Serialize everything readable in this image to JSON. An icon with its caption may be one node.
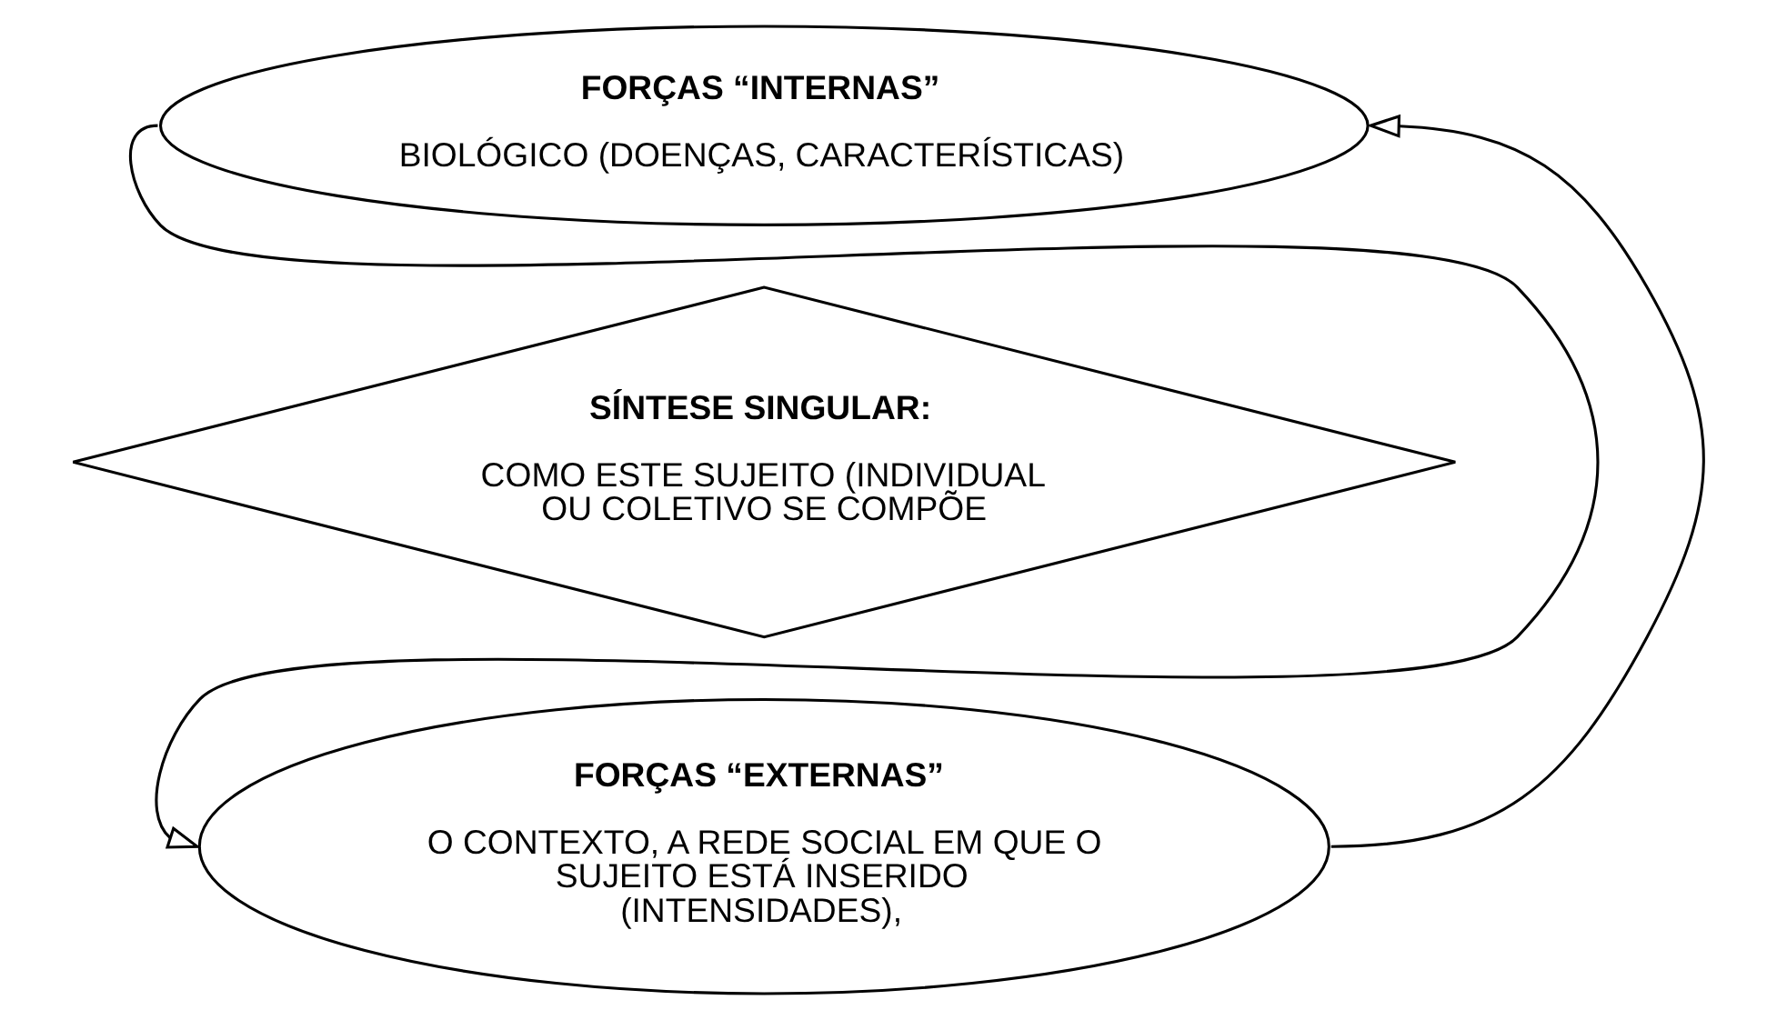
{
  "diagram": {
    "nodes": [
      {
        "text": [
          "FORÇAS “INTERNAS”",
          "BIOLÓGICO (DOENÇAS, CARACTERÍSTICAS)"
        ]
      },
      {
        "text": [
          "SÍNTESE SINGULAR:",
          "COMO ESTE SUJEITO (INDIVIDUAL OU COLETIVO SE COMPÕE"
        ]
      },
      {
        "text": [
          "FORÇAS “EXTERNAS”",
          "O CONTEXTO, A REDE SOCIAL EM QUE O SUJEITO ESTÁ INSERIDO (INTENSIDADES),"
        ]
      }
    ],
    "edges": [
      {
        "from": 0,
        "to": 2,
        "arrow": "to"
      },
      {
        "from": 2,
        "to": 0,
        "arrow": "to"
      }
    ]
  }
}
